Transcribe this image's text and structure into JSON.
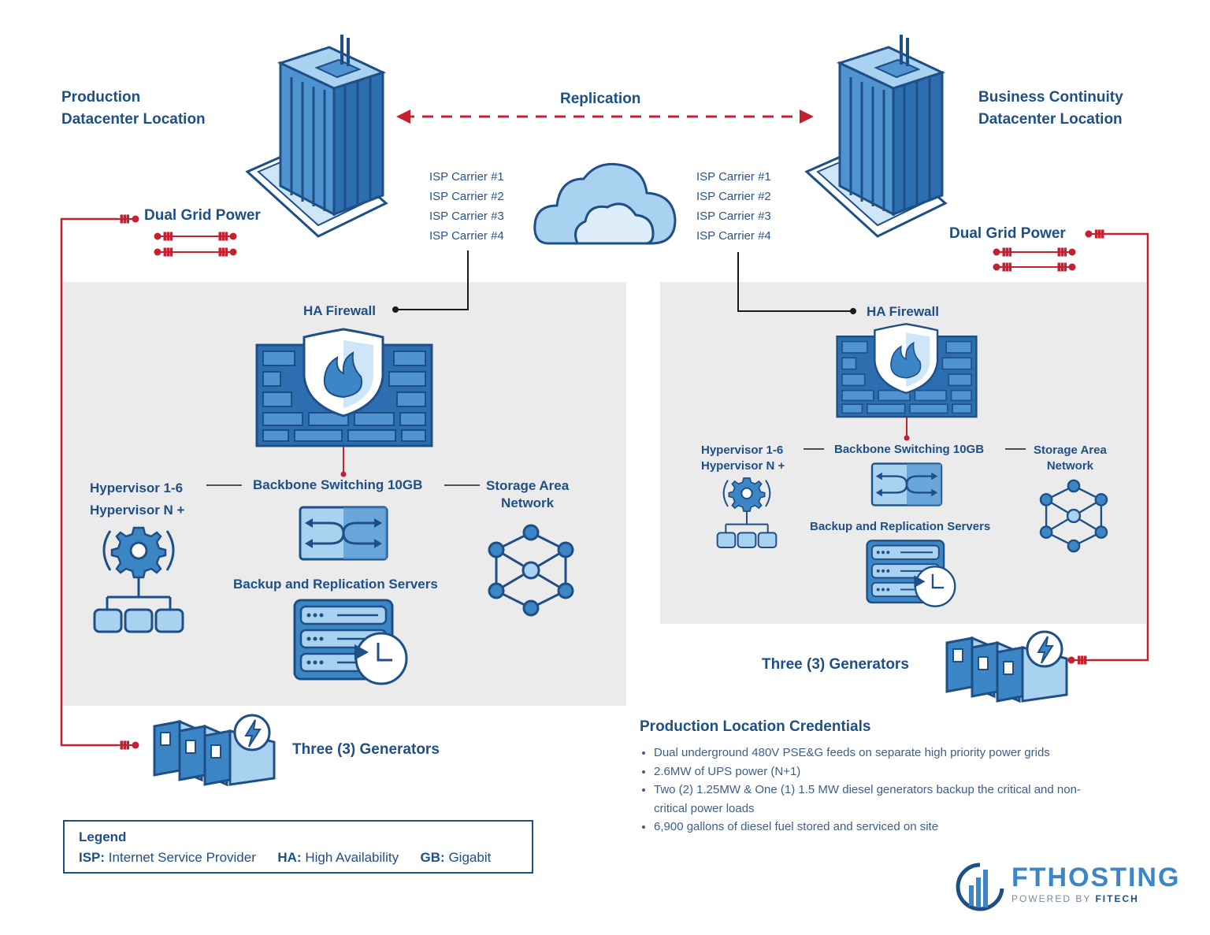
{
  "production": {
    "title_line1": "Production",
    "title_line2": "Datacenter Location",
    "dual_grid_power": "Dual Grid Power",
    "isp_carriers": [
      "ISP Carrier #1",
      "ISP Carrier #2",
      "ISP Carrier #3",
      "ISP Carrier #4"
    ],
    "ha_firewall": "HA Firewall",
    "hypervisor_line1": "Hypervisor 1-6",
    "hypervisor_line2": "Hypervisor N +",
    "backbone": "Backbone Switching 10GB",
    "san_line1": "Storage Area",
    "san_line2": "Network",
    "backup": "Backup and Replication Servers",
    "generators": "Three (3) Generators"
  },
  "replication": "Replication",
  "continuity": {
    "title_line1": "Business Continuity",
    "title_line2": "Datacenter Location",
    "dual_grid_power": "Dual Grid Power",
    "isp_carriers": [
      "ISP Carrier #1",
      "ISP Carrier #2",
      "ISP Carrier #3",
      "ISP Carrier #4"
    ],
    "ha_firewall": "HA Firewall",
    "hypervisor_line1": "Hypervisor 1-6",
    "hypervisor_line2": "Hypervisor N +",
    "backbone": "Backbone Switching 10GB",
    "san_line1": "Storage Area",
    "san_line2": "Network",
    "backup": "Backup and Replication Servers",
    "generators": "Three (3) Generators"
  },
  "credentials": {
    "title": "Production Location Credentials",
    "items": [
      "Dual underground 480V PSE&G feeds on separate high priority power grids",
      "2.6MW of UPS power (N+1)",
      "Two (2) 1.25MW & One (1) 1.5 MW diesel generators backup the critical and non-critical power loads",
      "6,900 gallons of diesel fuel stored and serviced on site"
    ]
  },
  "legend": {
    "title": "Legend",
    "isp_key": "ISP:",
    "isp_value": "Internet Service Provider",
    "ha_key": "HA:",
    "ha_value": "High Availability",
    "gb_key": "GB:",
    "gb_value": "Gigabit"
  },
  "brand": {
    "name": "FTHOSTING",
    "tagline_prefix": "POWERED BY ",
    "tagline_brand": "FITECH"
  },
  "colors": {
    "navy": "#1e4f86",
    "blue": "#3d86c6",
    "light_blue": "#a9d2f0",
    "red": "#c4202f",
    "panel_gray": "#ebebeb"
  },
  "icons": [
    "building-icon",
    "cloud-icon",
    "firewall-icon",
    "switch-icon",
    "hypervisor-icon",
    "network-icon",
    "server-backup-icon",
    "generator-icon",
    "power-plug-icon"
  ]
}
